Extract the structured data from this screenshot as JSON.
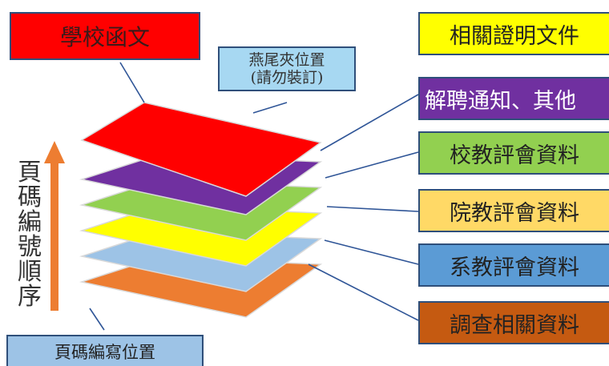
{
  "header_left": {
    "label": "學校函文",
    "color": "#ff0000"
  },
  "clip_note": {
    "line1": "燕尾夾位置",
    "line2": "(請勿裝訂)"
  },
  "page_order": {
    "chars": [
      "頁",
      "碼",
      "編",
      "號",
      "順",
      "序"
    ]
  },
  "page_number_position": {
    "label": "頁碼編寫位置"
  },
  "layers": [
    {
      "label": "相關證明文件",
      "color": "#ffff00"
    },
    {
      "label": "解聘通知、其他",
      "color": "#7030a0"
    },
    {
      "label": "校教評會資料",
      "color": "#92d050"
    },
    {
      "label": "院教評會資料",
      "color": "#ffd966"
    },
    {
      "label": "系教評會資料",
      "color": "#5b9bd5"
    },
    {
      "label": "調查相關資料",
      "color": "#c55a11"
    }
  ],
  "colors": {
    "box_border": "#2f4f7a",
    "arrow": "#ed7d31",
    "sheet_red": "#ff0000",
    "sheet_purple": "#7030a0",
    "sheet_green": "#92d050",
    "sheet_yellow": "#ffff00",
    "sheet_blue": "#9dc3e6",
    "sheet_orange": "#ed7d31",
    "leader_line": "#2f5597"
  }
}
